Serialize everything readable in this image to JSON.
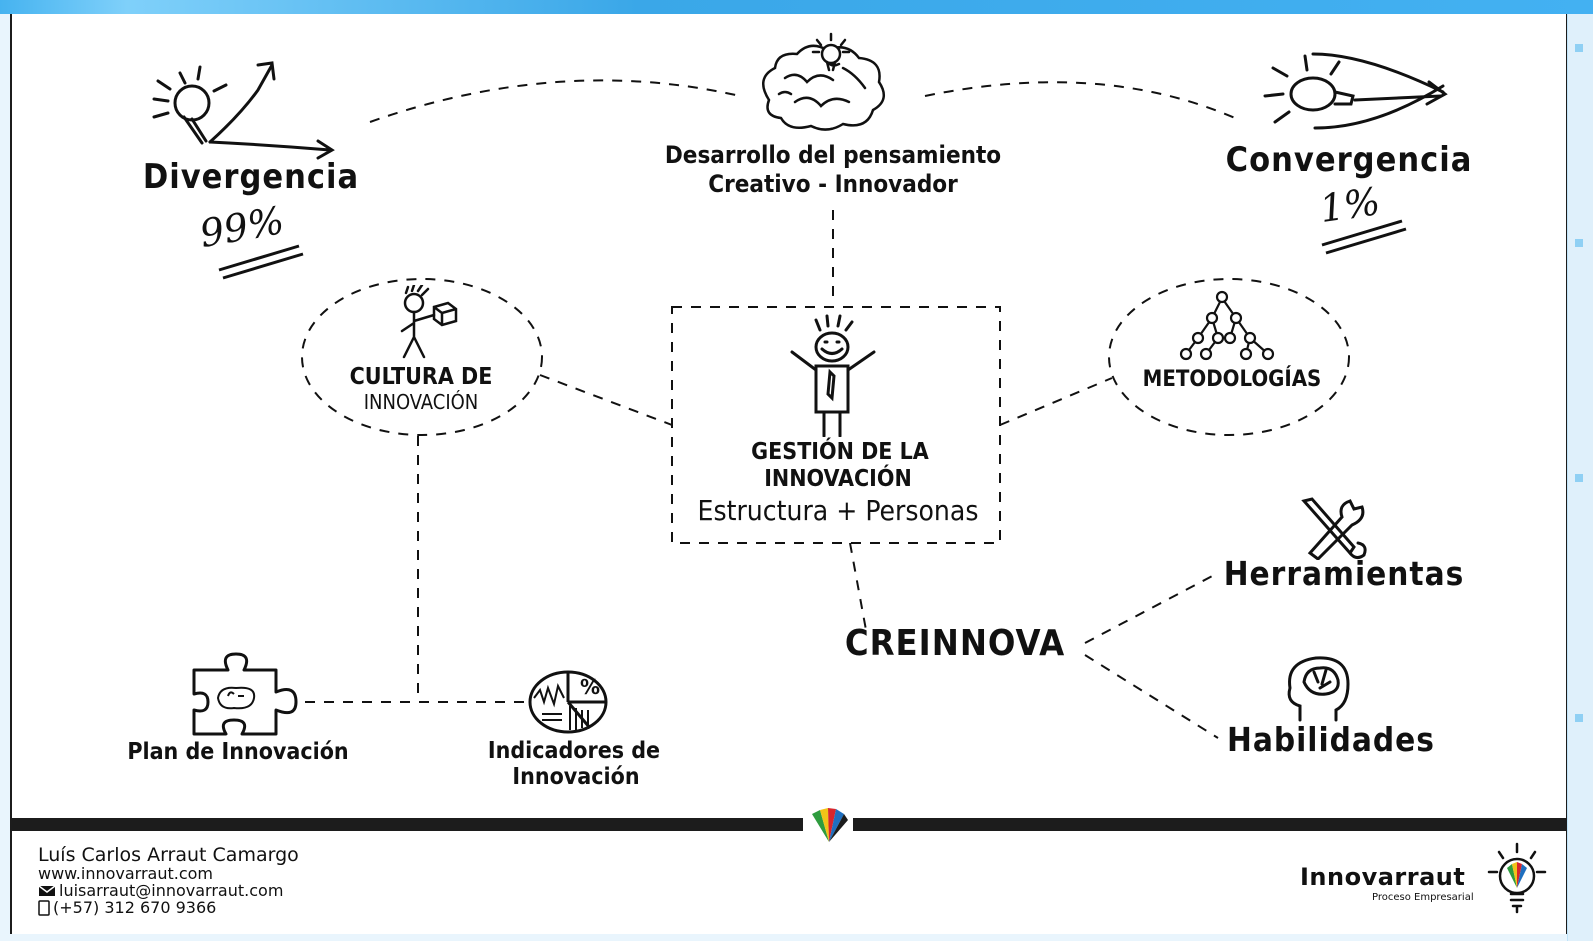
{
  "diagram": {
    "top": {
      "divergencia": {
        "label": "Divergencia",
        "value": "99%"
      },
      "center": {
        "line1": "Desarrollo del pensamiento",
        "line2": "Creativo - Innovador"
      },
      "convergencia": {
        "label": "Convergencia",
        "value": "1%"
      }
    },
    "cultura": {
      "line1": "CULTURA DE",
      "line2": "INNOVACIÓN"
    },
    "gestion": {
      "line1": "GESTIÓN DE LA",
      "line2": "INNOVACIÓN",
      "line3": "Estructura + Personas"
    },
    "metodologias": {
      "label": "METODOLOGÍAS"
    },
    "creinnova": {
      "label": "CREINNOVA"
    },
    "herramientas": {
      "label": "Herramientas"
    },
    "habilidades": {
      "label": "Habilidades"
    },
    "plan": {
      "label": "Plan de Innovación"
    },
    "indicadores": {
      "line1": "Indicadores de",
      "line2": "Innovación"
    }
  },
  "footer": {
    "name": "Luís Carlos Arraut Camargo",
    "website": "www.innovarraut.com",
    "email": "luisarraut@innovarraut.com",
    "phone": "(+57) 312 670 9366",
    "brand": "Innovarraut",
    "brand_tagline": "Proceso Empresarial",
    "colors": {
      "green": "#2e9c3e",
      "yellow": "#f2c318",
      "red": "#d8262c",
      "blue": "#1f6fbf",
      "dark": "#1c1c1c"
    }
  },
  "icons": [
    "lightbulb-divergent-icon",
    "brain-lightbulb-icon",
    "lightbulb-convergent-icon",
    "stick-figure-box-icon",
    "happy-person-icon",
    "network-tree-icon",
    "tools-icon",
    "head-brain-icon",
    "puzzle-piece-icon",
    "pie-chart-icon",
    "fan-logo-icon",
    "email-icon",
    "phone-icon",
    "lightbulb-logo-icon"
  ]
}
